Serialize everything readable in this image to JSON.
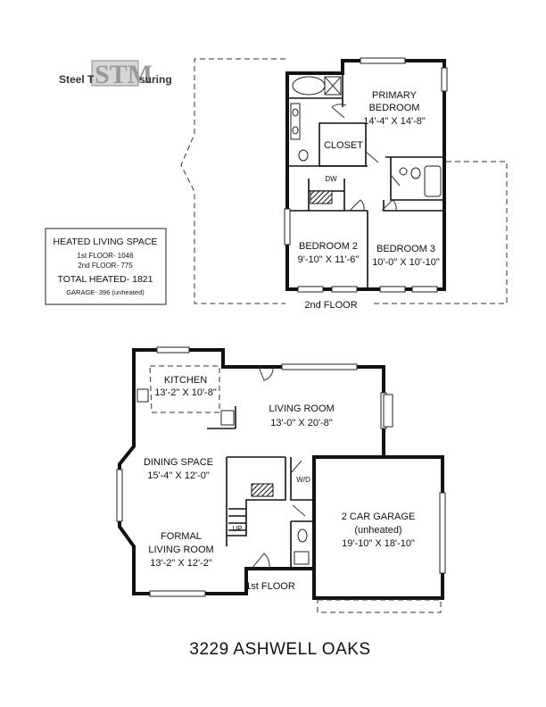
{
  "logo": {
    "text_left": "Steel T",
    "mark": "STM",
    "text_right": "suring"
  },
  "legend": {
    "heading": "HEATED LIVING SPACE",
    "first_floor": "1st FLOOR- 1046",
    "second_floor": "2nd FLOOR- 775",
    "total": "TOTAL HEATED- 1821",
    "garage": "GARAGE- 396 (unheated)"
  },
  "second_floor": {
    "caption": "2nd FLOOR",
    "rooms": {
      "primary_name_1": "PRIMARY",
      "primary_name_2": "BEDROOM",
      "primary_dims": "14'-4\" X 14'-8\"",
      "closet": "CLOSET",
      "dw": "DW",
      "bed2_name": "BEDROOM 2",
      "bed2_dims": "9'-10\" X 11'-6\"",
      "bed3_name": "BEDROOM 3",
      "bed3_dims": "10'-0\" X 10'-10\""
    }
  },
  "first_floor": {
    "caption": "1st FLOOR",
    "rooms": {
      "kitchen_name": "KITCHEN",
      "kitchen_dims": "13'-2\" X 10'-8\"",
      "living_name": "LIVING ROOM",
      "living_dims": "13'-0\" X 20'-8\"",
      "dining_name": "DINING SPACE",
      "dining_dims": "15'-4\" X 12'-0\"",
      "formal_name_1": "FORMAL",
      "formal_name_2": "LIVING ROOM",
      "formal_dims": "13'-2\" X 12'-2\"",
      "garage_name": "2 CAR GARAGE",
      "garage_note": "(unheated)",
      "garage_dims": "19'-10\" X 18'-10\"",
      "wd": "W/D",
      "up": "UP"
    }
  },
  "title": "3229 ASHWELL OAKS"
}
